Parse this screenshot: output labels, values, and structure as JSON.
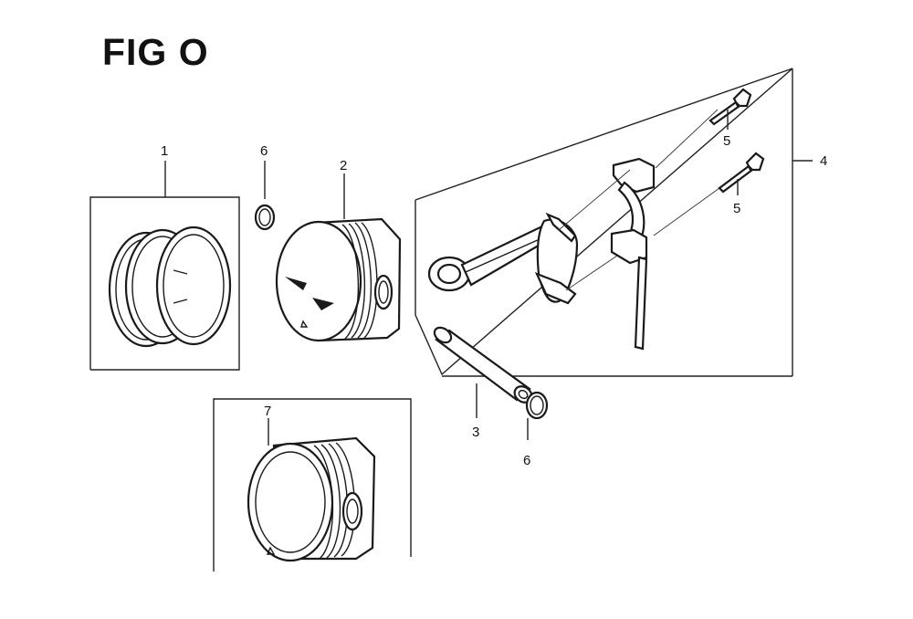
{
  "figure": {
    "title": "FIG O"
  },
  "callouts": [
    {
      "id": "ring-set",
      "label": "1"
    },
    {
      "id": "piston",
      "label": "2"
    },
    {
      "id": "piston-pin",
      "label": "3"
    },
    {
      "id": "connecting-rod-assy",
      "label": "4"
    },
    {
      "id": "rod-bolt-upper",
      "label": "5"
    },
    {
      "id": "rod-bolt-lower",
      "label": "5"
    },
    {
      "id": "pin-clip-upper",
      "label": "6"
    },
    {
      "id": "pin-clip-lower",
      "label": "6"
    },
    {
      "id": "piston-alt",
      "label": "7"
    }
  ]
}
